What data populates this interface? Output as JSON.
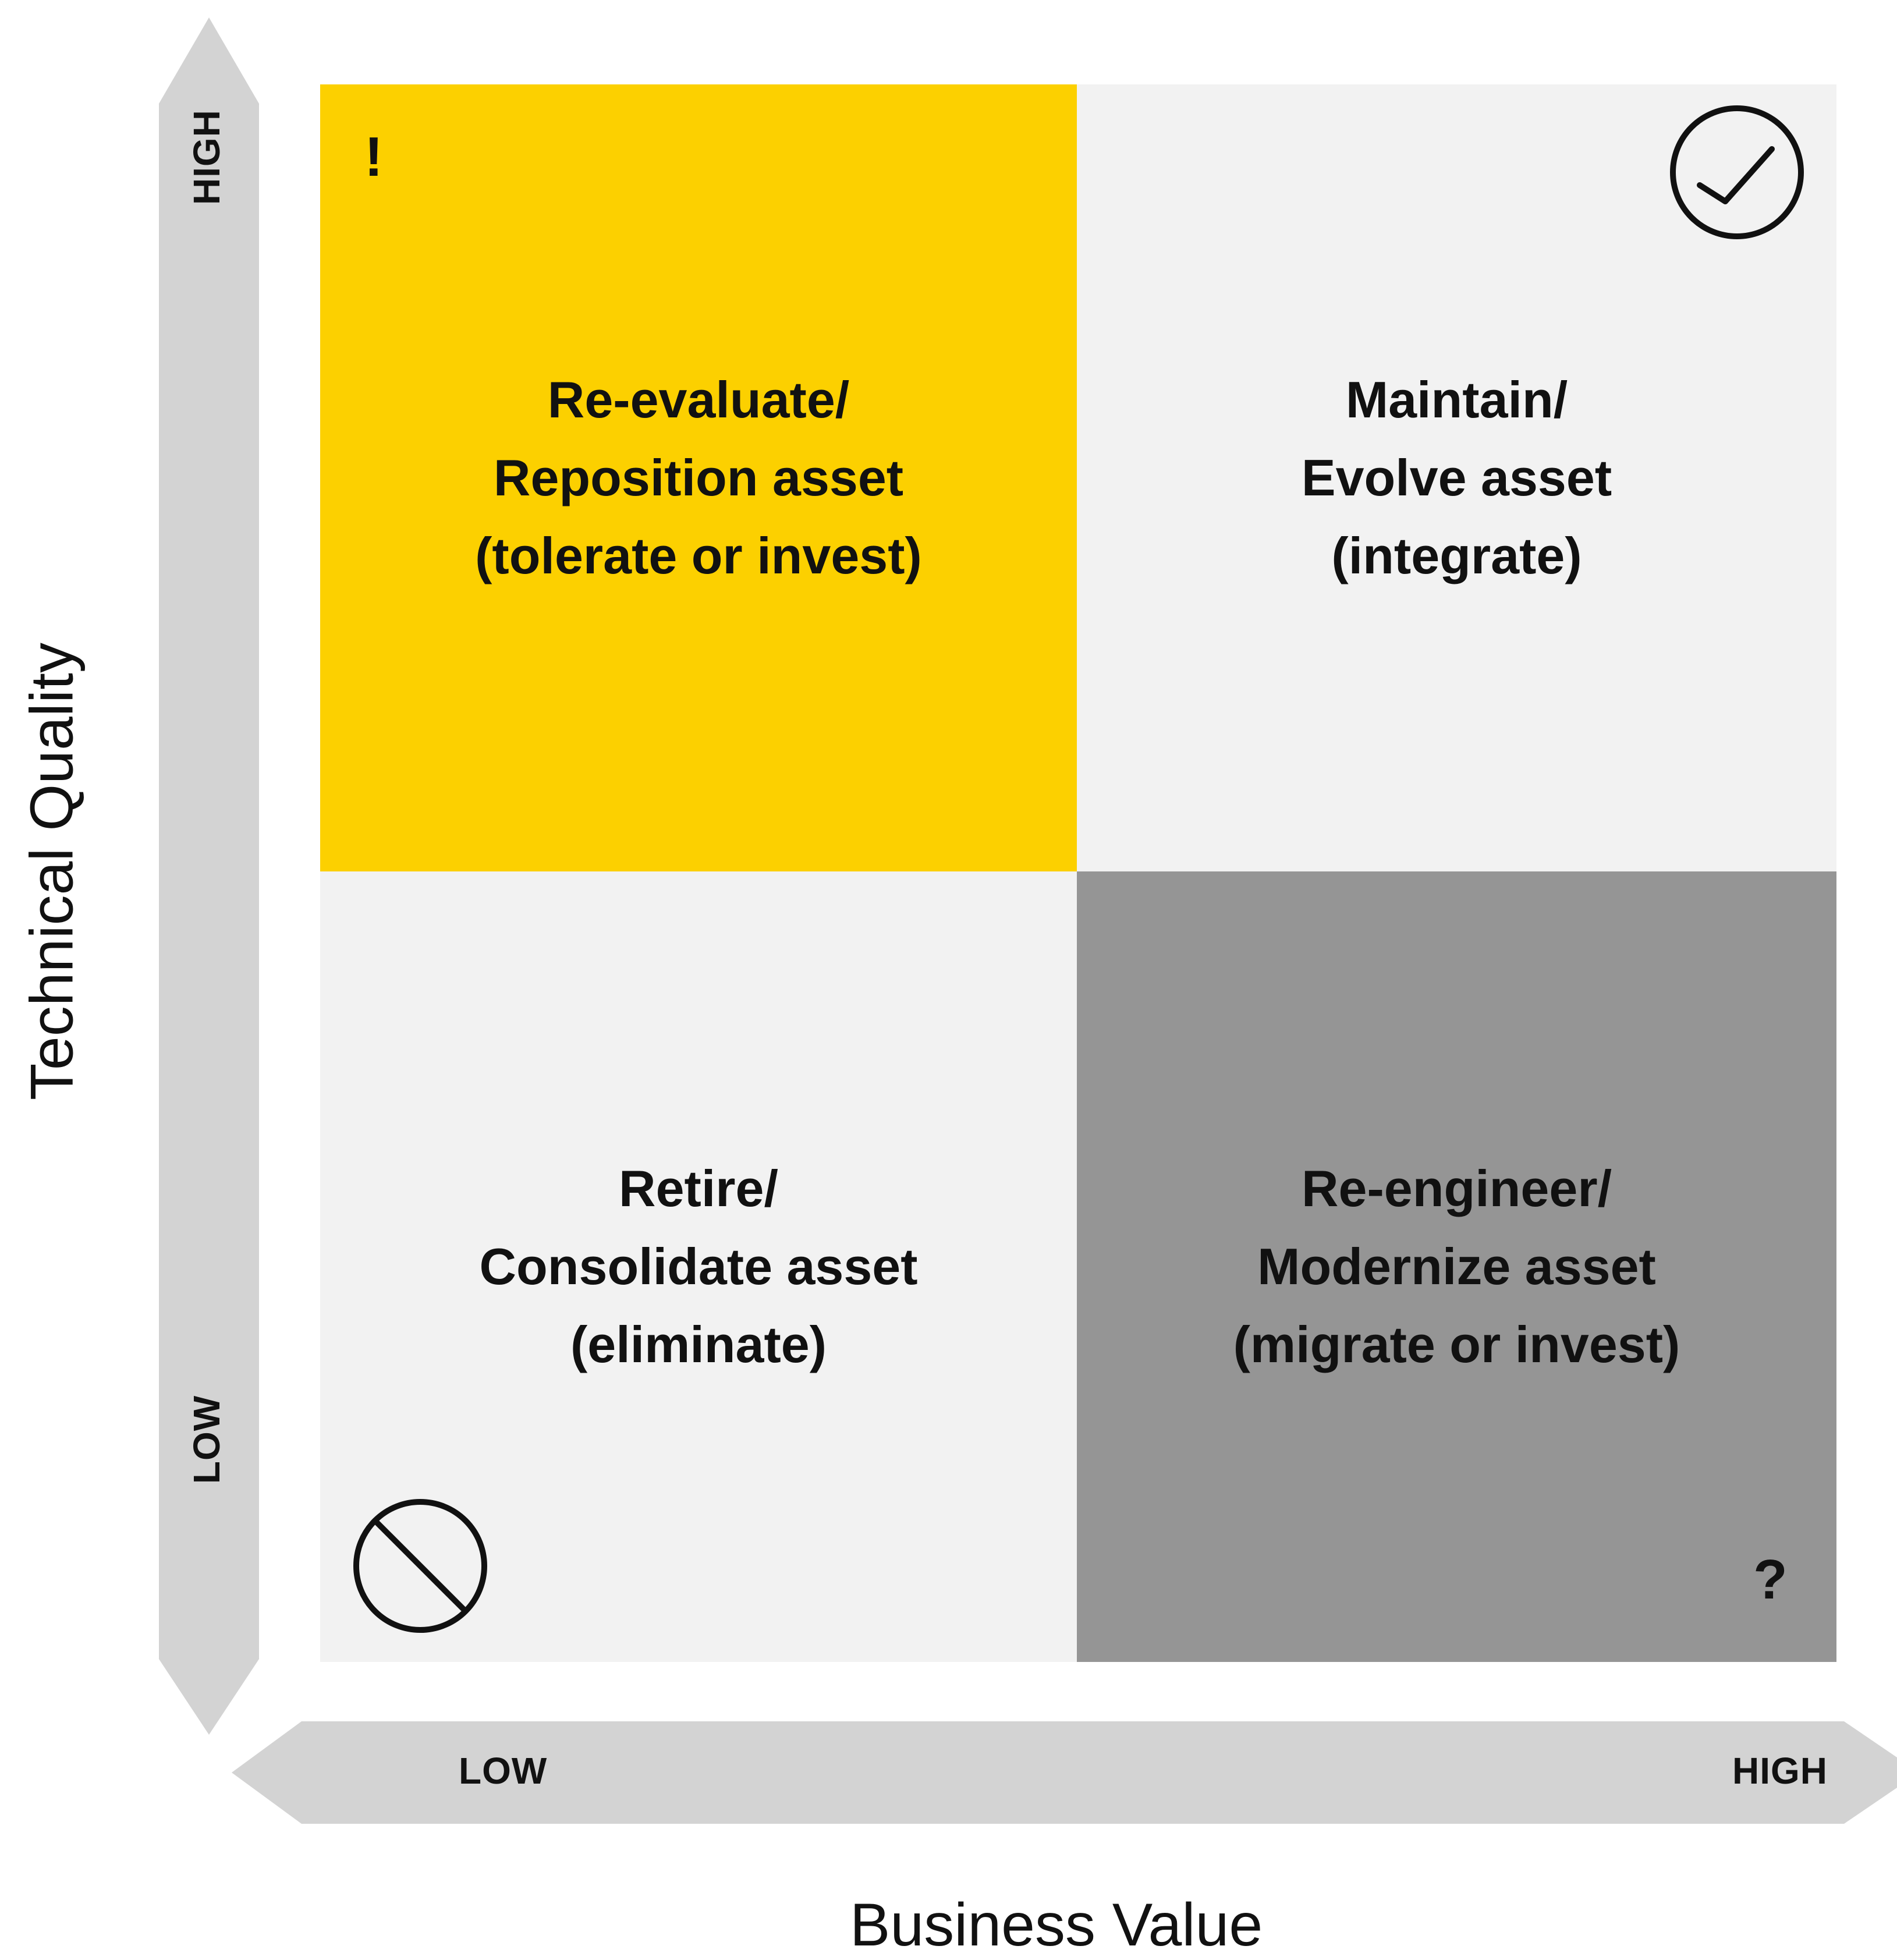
{
  "colors": {
    "background": "#ffffff",
    "axis_arrow": "#d3d3d3",
    "quadrant_yellow": "#fcd000",
    "quadrant_light": "#f2f2f2",
    "quadrant_dark": "#959595",
    "text": "#111111"
  },
  "axes": {
    "y": {
      "title": "Technical Quality",
      "high_label": "HIGH",
      "low_label": "LOW"
    },
    "x": {
      "title": "Business Value",
      "low_label": "LOW",
      "high_label": "HIGH"
    }
  },
  "quadrants": {
    "top_left": {
      "lines": [
        "Re-evaluate/",
        "Reposition asset",
        "(tolerate or invest)"
      ],
      "icon": "exclamation-icon",
      "symbol": "!"
    },
    "top_right": {
      "lines": [
        "Maintain/",
        "Evolve asset",
        "(integrate)"
      ],
      "icon": "checkmark-circle-icon"
    },
    "bottom_left": {
      "lines": [
        "Retire/",
        "Consolidate asset",
        "(eliminate)"
      ],
      "icon": "prohibited-icon"
    },
    "bottom_right": {
      "lines": [
        "Re-engineer/",
        "Modernize asset",
        "(migrate or invest)"
      ],
      "icon": "question-icon",
      "symbol": "?"
    }
  }
}
